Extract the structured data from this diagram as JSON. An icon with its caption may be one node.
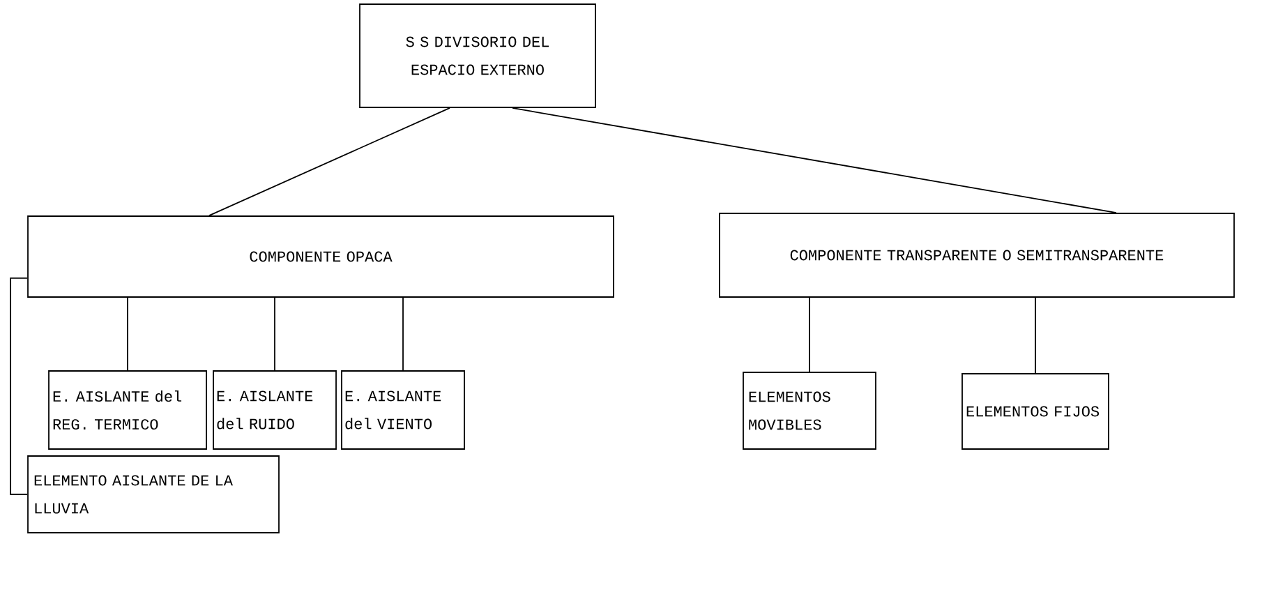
{
  "diagram": {
    "nodes": [
      {
        "text": [
          "S S DIVISORIO DEL ESPACIO EXTERNO"
        ]
      },
      {
        "text": [
          "COMPONENTE OPACA"
        ]
      },
      {
        "text": [
          "COMPONENTE TRANSPARENTE O SEMITRANSPARENTE"
        ]
      },
      {
        "text": [
          "E. AISLANTE del REG. TERMICO"
        ]
      },
      {
        "text": [
          "E. AISLANTE del RUIDO"
        ]
      },
      {
        "text": [
          "E. AISLANTE del VIENTO"
        ]
      },
      {
        "text": [
          "ELEMENTOS MOVIBLES"
        ]
      },
      {
        "text": [
          "ELEMENTOS FIJOS"
        ]
      },
      {
        "text": [
          "ELEMENTO AISLANTE DE LA LLUVIA"
        ]
      }
    ],
    "edges": [
      {
        "from": 0,
        "to": 1,
        "arrow": "none"
      },
      {
        "from": 0,
        "to": 2,
        "arrow": "none"
      },
      {
        "from": 1,
        "to": 3,
        "arrow": "none"
      },
      {
        "from": 1,
        "to": 4,
        "arrow": "none"
      },
      {
        "from": 1,
        "to": 5,
        "arrow": "none"
      },
      {
        "from": 2,
        "to": 6,
        "arrow": "none"
      },
      {
        "from": 2,
        "to": 7,
        "arrow": "none"
      },
      {
        "from": 1,
        "to": 8,
        "arrow": "none"
      }
    ]
  }
}
